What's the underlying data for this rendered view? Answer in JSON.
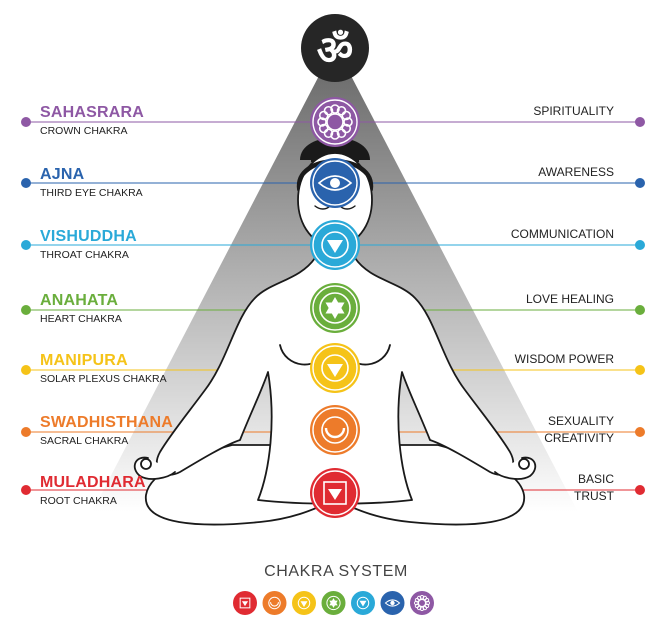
{
  "title": "CHAKRA SYSTEM",
  "top_symbol": "ॐ",
  "chakras": [
    {
      "name": "SAHASRARA",
      "subtitle": "CROWN CHAKRA",
      "meaning": "SPIRITUALITY",
      "color": "#8e58a4",
      "icon": "crown-lotus-icon"
    },
    {
      "name": "AJNA",
      "subtitle": "THIRD EYE CHAKRA",
      "meaning": "AWARENESS",
      "color": "#2a63ad",
      "icon": "third-eye-icon"
    },
    {
      "name": "VISHUDDHA",
      "subtitle": "THROAT CHAKRA",
      "meaning": "COMMUNICATION",
      "color": "#2aa9d8",
      "icon": "throat-triangle-icon"
    },
    {
      "name": "ANAHATA",
      "subtitle": "HEART CHAKRA",
      "meaning": "LOVE HEALING",
      "color": "#6aae3c",
      "icon": "heart-star-icon"
    },
    {
      "name": "MANIPURA",
      "subtitle": "SOLAR PLEXUS CHAKRA",
      "meaning": "WISDOM POWER",
      "color": "#f5c318",
      "icon": "solar-plexus-icon"
    },
    {
      "name": "SWADHISTHANA",
      "subtitle": "SACRAL CHAKRA",
      "meaning": "SEXUALITY",
      "meaning2": "CREATIVITY",
      "color": "#ed7b2a",
      "icon": "sacral-crescent-icon"
    },
    {
      "name": "MULADHARA",
      "subtitle": "ROOT  CHAKRA",
      "meaning": "BASIC",
      "meaning2": "TRUST",
      "color": "#e02b32",
      "icon": "root-square-icon"
    }
  ]
}
